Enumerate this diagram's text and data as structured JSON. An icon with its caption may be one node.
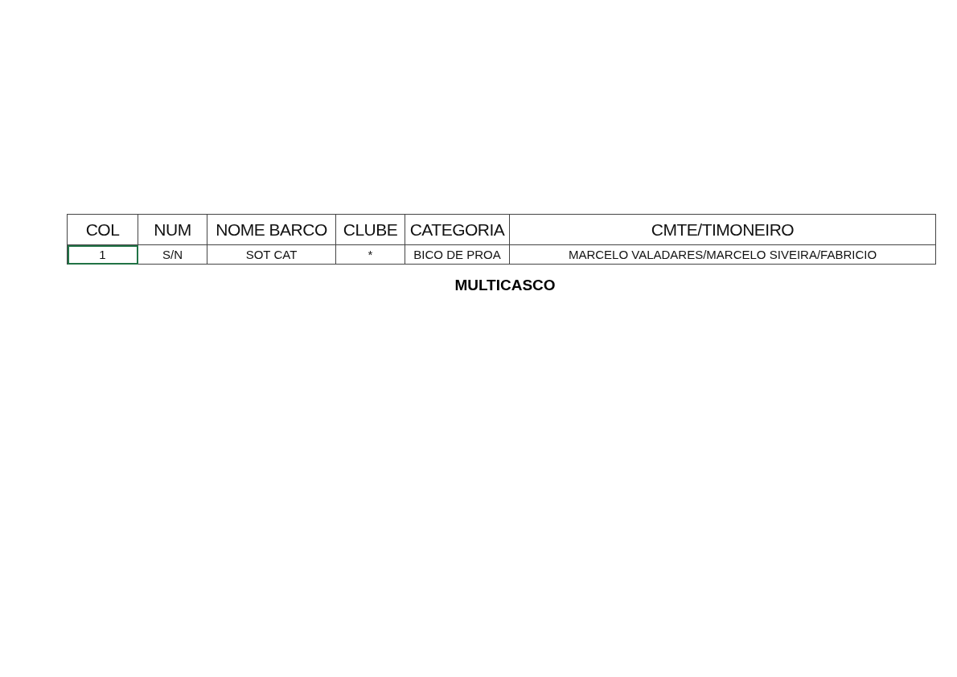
{
  "diagram": {
    "caption": "MULTICASCO",
    "labels": [
      "COL",
      "NUM",
      "NOME   BARCO",
      "CLUBE",
      "CATEGORIA",
      "CMTE/TIMONEIRO",
      "1",
      "S/N",
      "SOT CAT",
      "*",
      "BICO DE PROA",
      "MARCELO VALADARES/MARCELO SIVEIRA/FABRICIO"
    ]
  }
}
